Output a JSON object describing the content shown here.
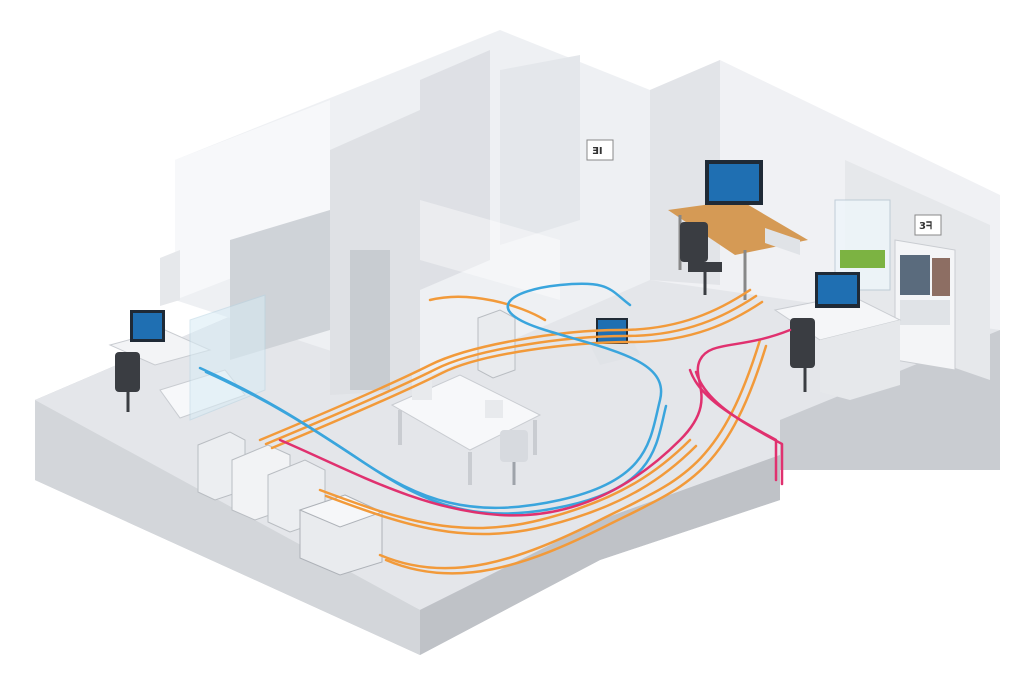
{
  "scene": {
    "description_visible_text": false,
    "signs": [
      {
        "id": "door-sign",
        "text": "ƎI"
      },
      {
        "id": "shelf-sign",
        "text": "3ᖷ"
      }
    ]
  },
  "colors": {
    "background": "#ffffff",
    "floor": "#e4e6ea",
    "floor_top": "#eceef1",
    "slab_side": "#c9ccd1",
    "wall_light": "#f3f4f6",
    "wall_mid": "#dfe1e5",
    "wall_dark": "#c6c9ce",
    "desk_wood": "#d59a55",
    "monitor_screen": "#1f6fb2",
    "cable_orange": "#f29a3a",
    "cable_blue": "#3aa5dd",
    "cable_pink": "#e0316f",
    "chair": "#3a3d42",
    "plant": "#7cb342"
  }
}
